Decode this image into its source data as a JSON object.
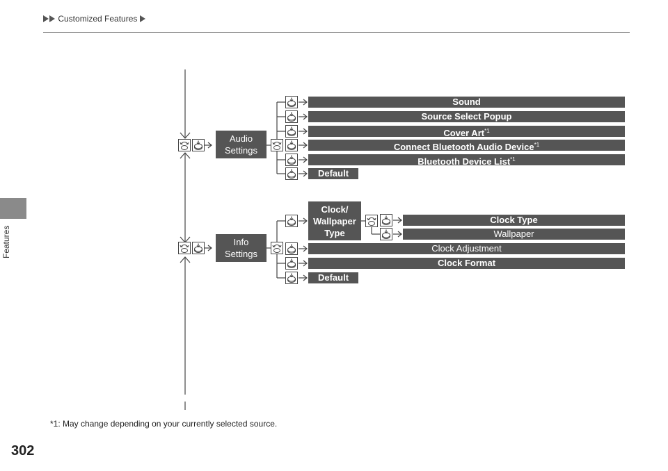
{
  "header": {
    "breadcrumb": "Customized Features"
  },
  "side_tab": {
    "label": "Features"
  },
  "page_number": "302",
  "footnote": "*1: May change depending on your currently selected source.",
  "footnote_marker": "*1",
  "tree": {
    "audio_settings": {
      "label_line1": "Audio",
      "label_line2": "Settings",
      "items": [
        {
          "label": "Sound",
          "footnote": ""
        },
        {
          "label": "Source Select Popup",
          "footnote": ""
        },
        {
          "label": "Cover Art",
          "footnote": "*1"
        },
        {
          "label": "Connect Bluetooth Audio Device",
          "footnote": "*1"
        },
        {
          "label": "Bluetooth Device List",
          "footnote": "*1"
        },
        {
          "label": "Default",
          "footnote": ""
        }
      ]
    },
    "info_settings": {
      "label_line1": "Info",
      "label_line2": "Settings",
      "clock_wallpaper": {
        "line1": "Clock/",
        "line2": "Wallpaper",
        "line3": "Type",
        "items": [
          "Clock Type",
          "Wallpaper"
        ]
      },
      "items": [
        "Clock Adjustment",
        "Clock Format",
        "Default"
      ]
    }
  },
  "colors": {
    "bar": "#555555",
    "line": "#444444",
    "rule": "#777777",
    "tab": "#8a8a8a"
  },
  "icons": [
    "double-triangle-icon",
    "settings-knob-icon",
    "press-knob-icon",
    "arrow-right-icon",
    "arrow-down-icon",
    "arrow-up-icon"
  ]
}
